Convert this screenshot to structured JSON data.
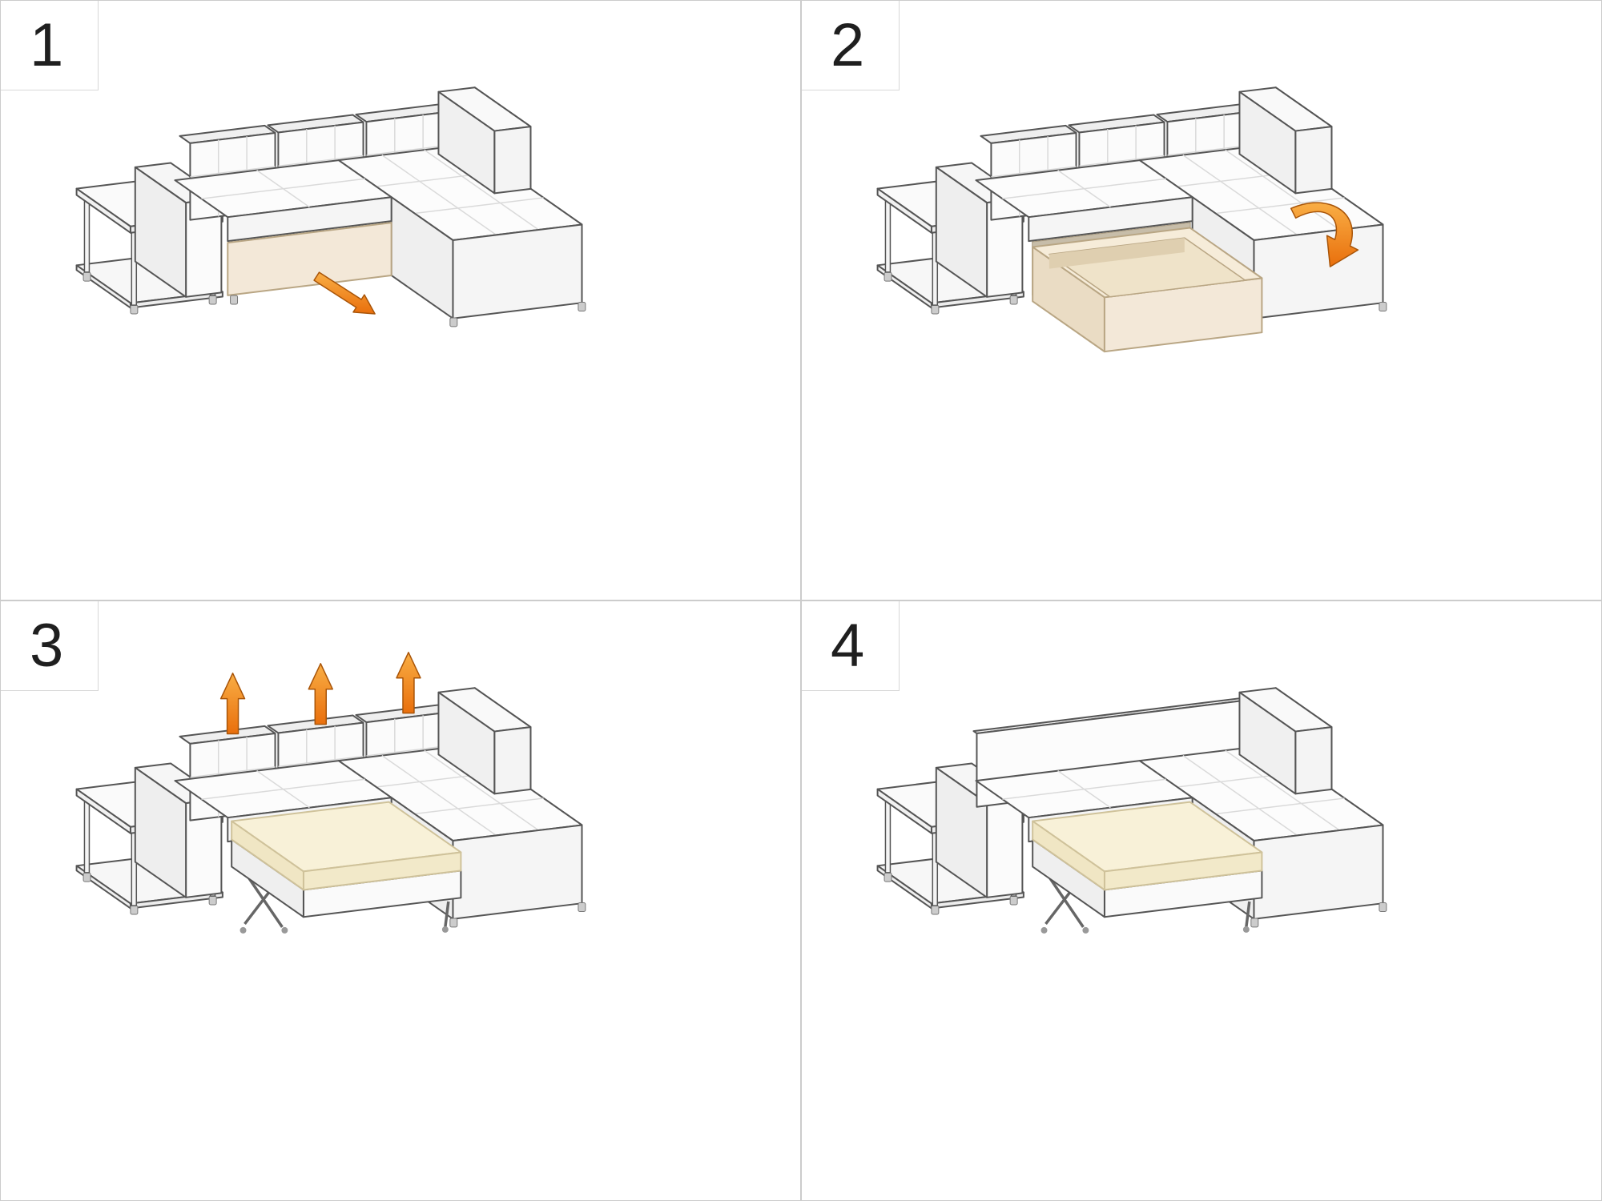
{
  "steps": [
    {
      "number": "1",
      "illustration": "corner-sofa-closed",
      "arrow_icon": "arrow-down-right-pull"
    },
    {
      "number": "2",
      "illustration": "corner-sofa-drawer-extended",
      "arrow_icon": "arrow-curved-flip"
    },
    {
      "number": "3",
      "illustration": "corner-sofa-bed-platform-out",
      "arrow_icon": "arrows-up-lift-cushions"
    },
    {
      "number": "4",
      "illustration": "corner-sofa-converted-to-bed",
      "arrow_icon": "none"
    }
  ],
  "colors": {
    "accent_orange": "#E8791E",
    "accent_orange_light": "#F9AE45",
    "accent_orange_dark": "#E96F0C",
    "panel_background": "#FFFFFF",
    "divider_gray": "#CCCCCC",
    "upholstery_white": "#FBFBFB",
    "outline_gray": "#555555",
    "drawer_beige": "#F3E8D8",
    "mattress_cream": "#F8F1D8"
  }
}
